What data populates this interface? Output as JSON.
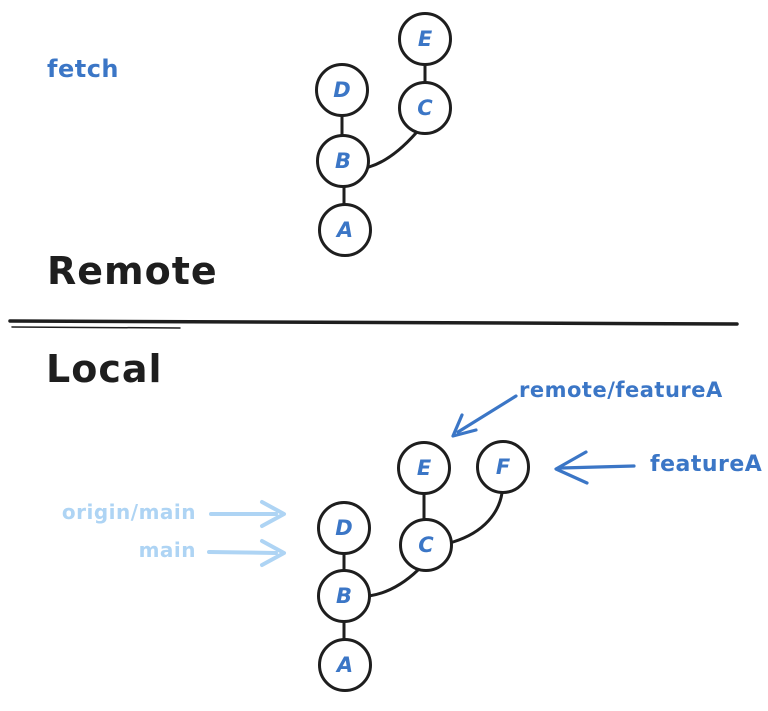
{
  "colors": {
    "ink": "#1e1e1e",
    "blue": "#3b76c6",
    "light_blue": "#aed4f4",
    "background": "#ffffff"
  },
  "remote": {
    "heading": "Remote",
    "action_label": "fetch",
    "nodes": {
      "a": "A",
      "b": "B",
      "c": "C",
      "d": "D",
      "e": "E"
    }
  },
  "local": {
    "heading": "Local",
    "nodes": {
      "a": "A",
      "b": "B",
      "c": "C",
      "d": "D",
      "e": "E",
      "f": "F"
    },
    "pointers": {
      "remote_feature": "remote/featureA",
      "feature": "featureA",
      "origin_main": "origin/main",
      "main": "main"
    }
  }
}
